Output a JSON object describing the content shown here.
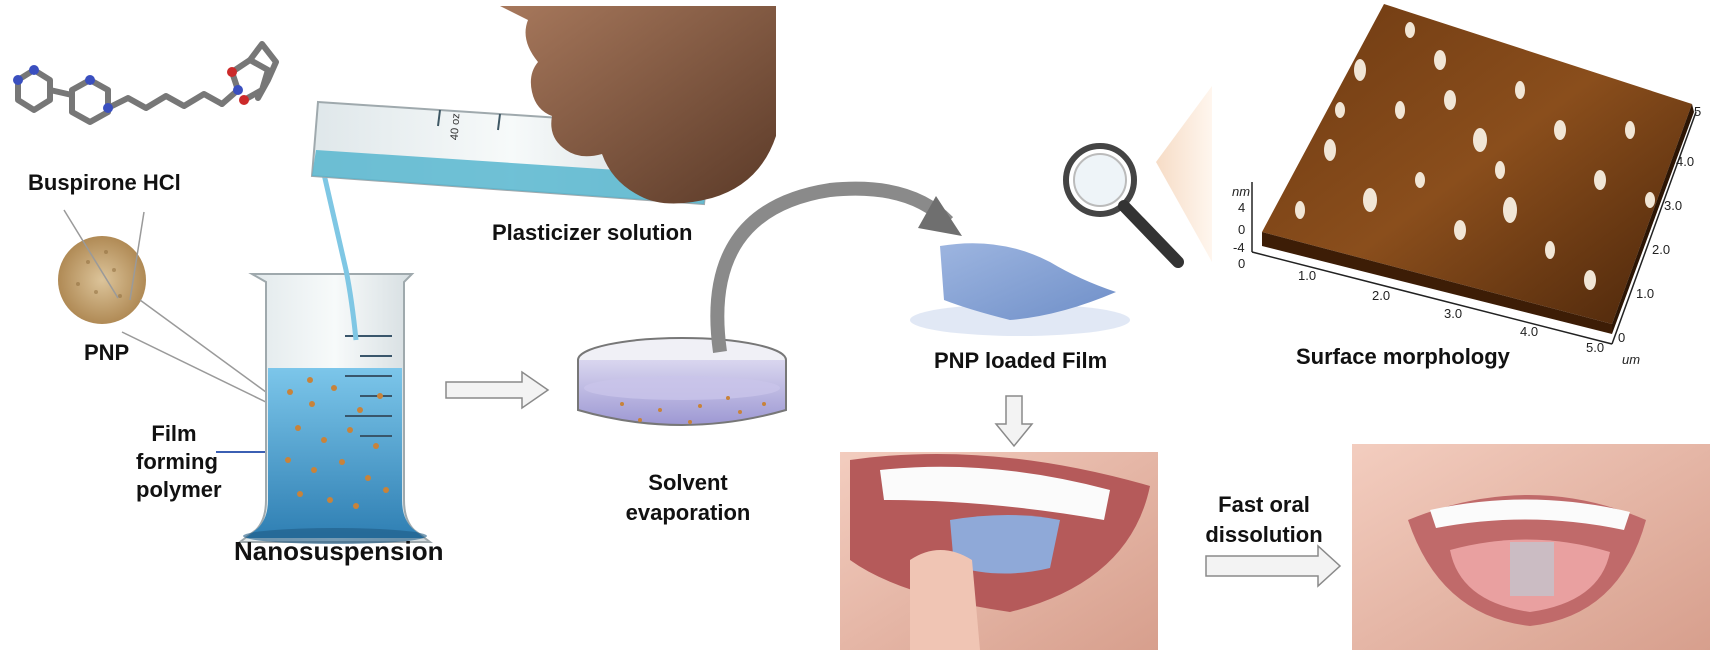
{
  "molecule": {
    "label": "Buspirone HCl"
  },
  "particle": {
    "label": "PNP"
  },
  "polymer": {
    "label_line1": "Film",
    "label_line2": "forming",
    "label_line3": "polymer"
  },
  "beaker": {
    "label": "Nanosuspension",
    "liquid_color": "#5fb4de"
  },
  "plasticizer": {
    "label": "Plasticizer solution",
    "cylinder_mark": "40 oz"
  },
  "dish": {
    "label_line1": "Solvent",
    "label_line2": "evaporation"
  },
  "film": {
    "label": "PNP loaded Film",
    "color": "#8fa9d8"
  },
  "afm": {
    "title": "Surface morphology",
    "z_unit": "nm",
    "xy_unit": "um",
    "z_ticks": [
      "4",
      "0",
      "-4"
    ],
    "z_base": "0",
    "x_ticks": [
      "1.0",
      "2.0",
      "3.0",
      "4.0",
      "5.0"
    ],
    "y_ticks": [
      "0",
      "1.0",
      "2.0",
      "3.0",
      "4.0",
      "5"
    ]
  },
  "dissolution": {
    "label_line1": "Fast oral",
    "label_line2": "dissolution"
  }
}
